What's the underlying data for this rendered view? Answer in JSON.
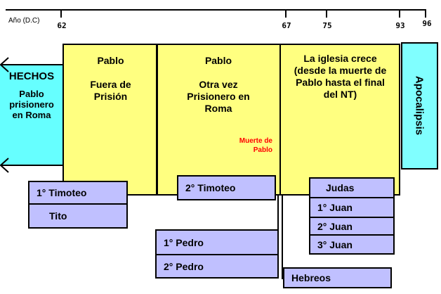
{
  "timeline": {
    "axis_label": "Año (D.C)",
    "years": [
      "62",
      "67",
      "75",
      "93",
      "96"
    ]
  },
  "hechos": {
    "title": "HECHOS",
    "subtitle": "Pablo prisionero en Roma"
  },
  "periods": [
    {
      "title": "Pablo",
      "text": "Fuera de Prisión"
    },
    {
      "title": "Pablo",
      "text": "Otra vez Prisionero en Roma"
    },
    {
      "title": "",
      "text": "La iglesia crece (desde la muerte de Pablo hasta el final del NT)"
    }
  ],
  "death_note": "Muerte de Pablo",
  "apocalipsis": "Apocalipsis",
  "books": {
    "group1": [
      "1° Timoteo",
      "Tito"
    ],
    "group2": [
      "2° Timoteo"
    ],
    "group3": [
      "1° Pedro",
      "2° Pedro"
    ],
    "group4": [
      "Judas",
      "1° Juan",
      "2° Juan",
      "3° Juan"
    ],
    "group5": [
      "Hebreos"
    ]
  },
  "colors": {
    "period": "#ffff80",
    "book": "#c0c0ff",
    "cyan": "#66ffff",
    "death": "#ff0000"
  }
}
